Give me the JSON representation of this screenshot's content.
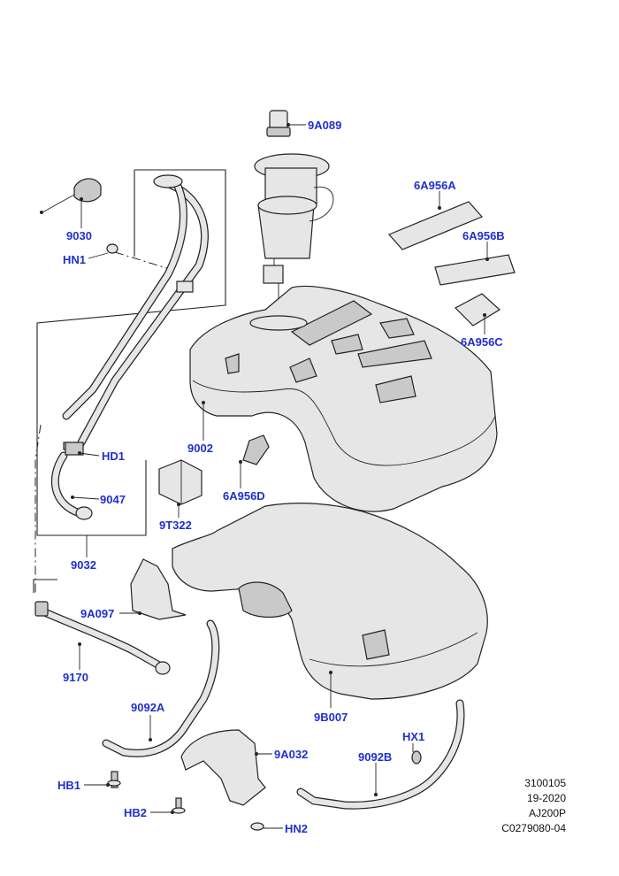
{
  "callouts": {
    "c9A089": "9A089",
    "c9030": "9030",
    "cHN1": "HN1",
    "c6A956A": "6A956A",
    "c6A956B": "6A956B",
    "c6A956C": "6A956C",
    "cHD1": "HD1",
    "c9047": "9047",
    "c9002": "9002",
    "c6A956D": "6A956D",
    "c9T322": "9T322",
    "c9032": "9032",
    "c9A097": "9A097",
    "c9170": "9170",
    "c9092A": "9092A",
    "c9A032": "9A032",
    "c9B007": "9B007",
    "cHX1": "HX1",
    "c9092B": "9092B",
    "cHB1": "HB1",
    "cHB2": "HB2",
    "cHN2": "HN2"
  },
  "meta": {
    "line1": "3100105",
    "line2": "19-2020",
    "line3": "AJ200P",
    "line4": "C0279080-04"
  },
  "colors": {
    "label": "#1f2fd0",
    "line": "#222222",
    "part_fill": "#e6e6e6"
  }
}
